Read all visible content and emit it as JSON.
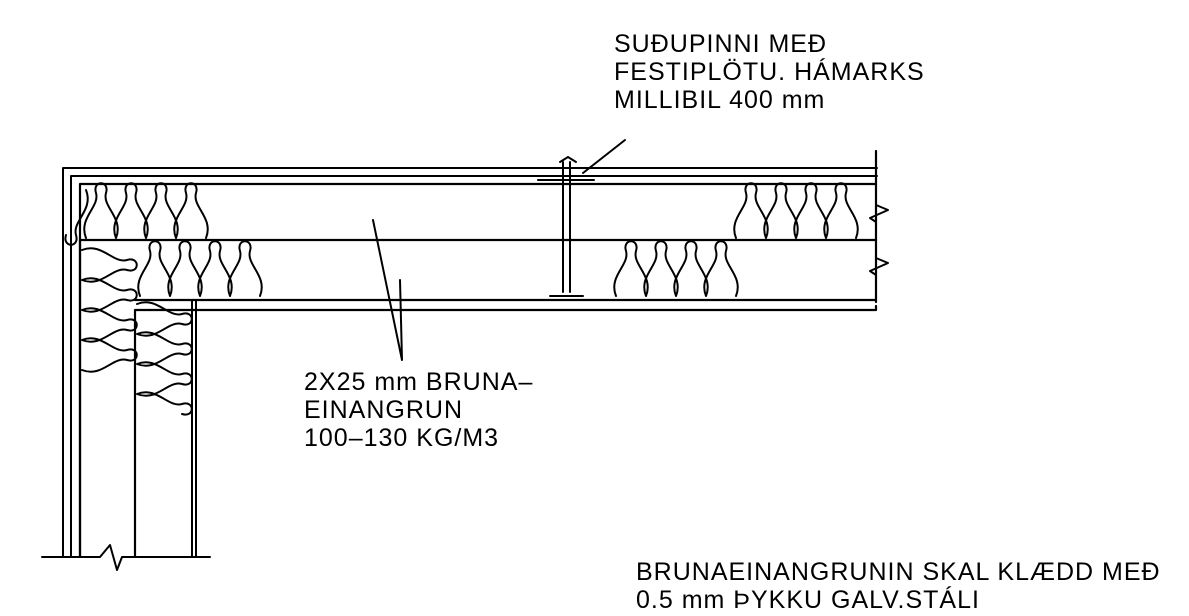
{
  "notes": {
    "stud": {
      "line1": "SUÐUPINNI MEÐ",
      "line2": "FESTIPLÖTU. HÁMARKS",
      "line3": "MILLIBIL 400 mm"
    },
    "insulation": {
      "line1": "2X25 mm BRUNA–",
      "line2": "EINANGRUN",
      "line3": "100–130 KG/M3"
    },
    "cladding": {
      "line1": "BRUNAEINANGRUNIN SKAL KLÆDD MEÐ",
      "line2": "0.5 mm ÞYKKU GALV.STÁLI"
    }
  },
  "colors": {
    "ink": "#000000",
    "paper": "#ffffff"
  }
}
